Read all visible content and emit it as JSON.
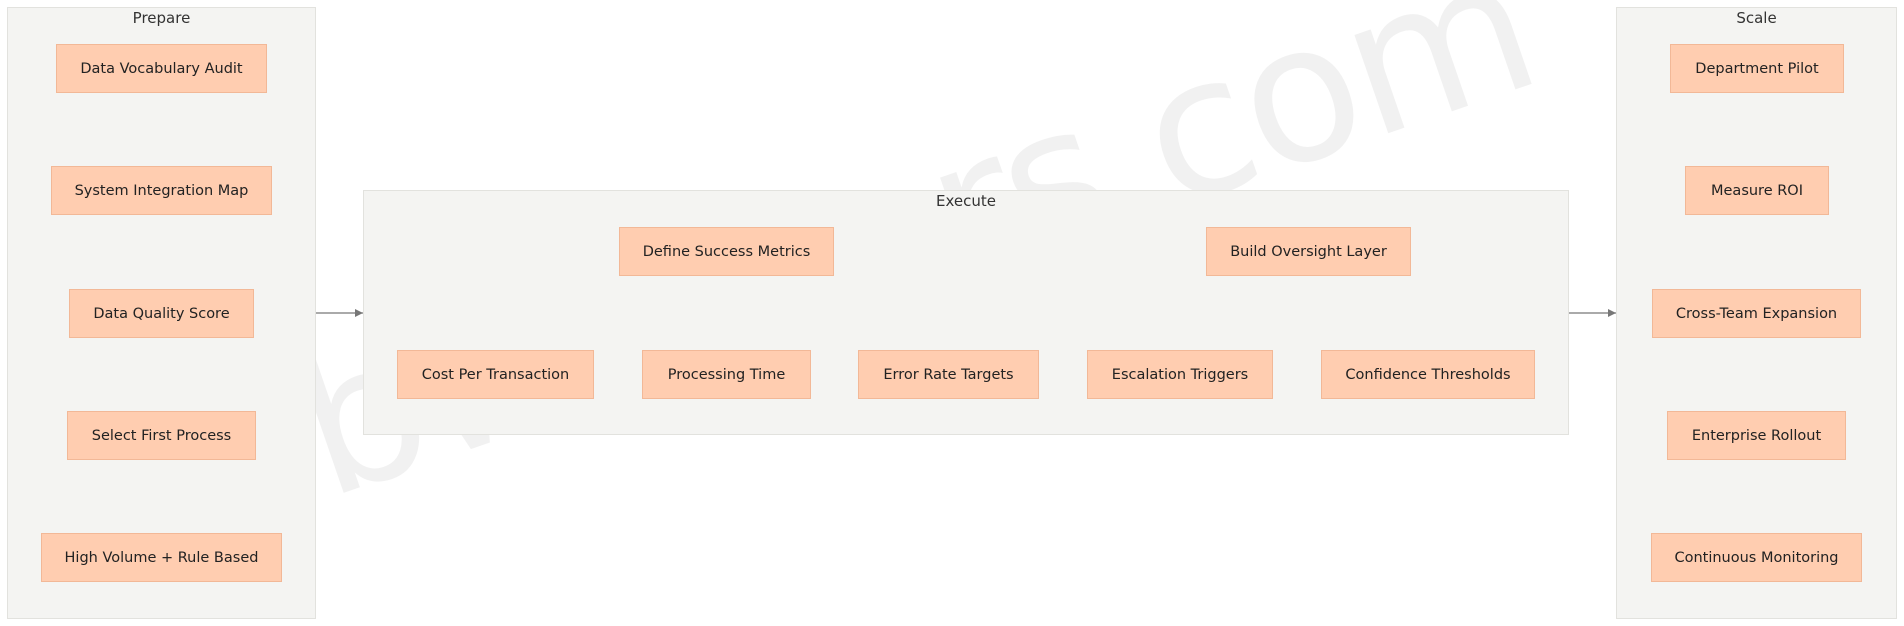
{
  "watermark": "nbworkers.com",
  "clusters": {
    "prepare": {
      "title": "Prepare",
      "nodes": [
        "Data Vocabulary Audit",
        "System Integration Map",
        "Data Quality Score",
        "Select First Process",
        "High Volume + Rule Based"
      ]
    },
    "execute": {
      "title": "Execute",
      "metrics": "Define Success Metrics",
      "oversight": "Build Oversight Layer",
      "metric_children": [
        "Cost Per Transaction",
        "Processing Time",
        "Error Rate Targets"
      ],
      "oversight_children": [
        "Escalation Triggers",
        "Confidence Thresholds"
      ]
    },
    "scale": {
      "title": "Scale",
      "nodes": [
        "Department Pilot",
        "Measure ROI",
        "Cross-Team Expansion",
        "Enterprise Rollout",
        "Continuous Monitoring"
      ]
    }
  },
  "colors": {
    "node_fill": "#ffcdb0",
    "node_border": "#f2b897",
    "cluster_fill": "#f4f4f2",
    "edge": "#777777"
  }
}
